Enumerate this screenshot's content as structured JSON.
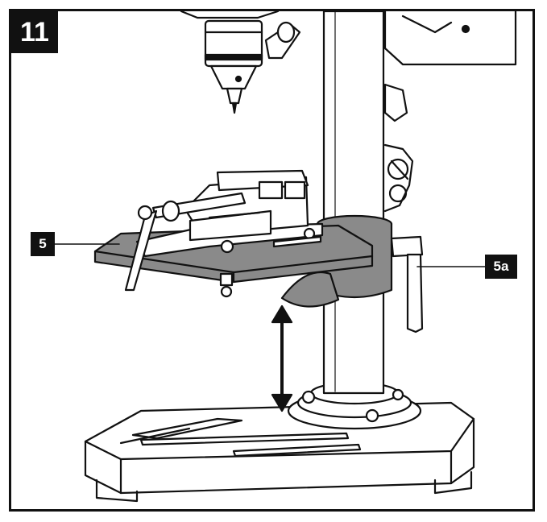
{
  "figure": {
    "number": "11"
  },
  "callouts": [
    {
      "id": "5",
      "label": "5"
    },
    {
      "id": "5a",
      "label": "5a"
    }
  ],
  "colors": {
    "line": "#111111",
    "table_fill": "#8a8a8a",
    "base_fill": "#ffffff",
    "background": "#ffffff"
  }
}
